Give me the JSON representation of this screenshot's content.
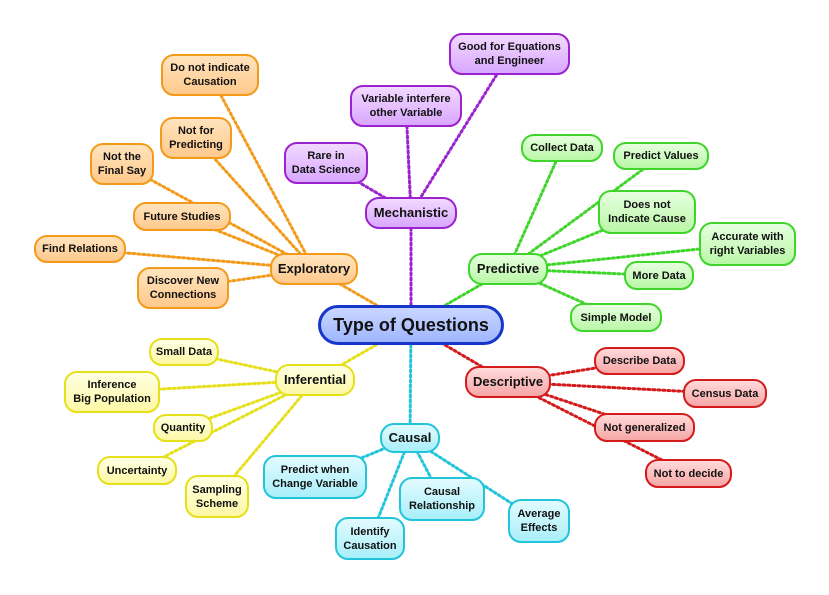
{
  "central": {
    "label": "Type of Questions",
    "color": "#1536c9"
  },
  "branches": {
    "exploratory": {
      "label": "Exploratory",
      "color": "#f39a1a",
      "items": [
        "Do not indicate\nCausation",
        "Not for\nPredicting",
        "Not the\nFinal Say",
        "Future Studies",
        "Find Relations",
        "Discover New\nConnections"
      ]
    },
    "mechanistic": {
      "label": "Mechanistic",
      "color": "#9b22cf",
      "items": [
        "Good for Equations\nand Engineer",
        "Variable interfere\nother Variable",
        "Rare in\nData Science"
      ]
    },
    "predictive": {
      "label": "Predictive",
      "color": "#3fd52b",
      "items": [
        "Collect Data",
        "Predict Values",
        "Does not\nIndicate Cause",
        "Accurate with\nright Variables",
        "More Data",
        "Simple Model"
      ]
    },
    "descriptive": {
      "label": "Descriptive",
      "color": "#d41b1b",
      "items": [
        "Describe Data",
        "Census Data",
        "Not generalized",
        "Not to decide"
      ]
    },
    "causal": {
      "label": "Causal",
      "color": "#22c4dc",
      "items": [
        "Predict when\nChange Variable",
        "Identify\nCausation",
        "Causal\nRelationship",
        "Average\nEffects"
      ]
    },
    "inferential": {
      "label": "Inferential",
      "color": "#e6e01a",
      "items": [
        "Small Data",
        "Inference\nBig Population",
        "Quantity",
        "Uncertainty",
        "Sampling\nScheme"
      ]
    }
  }
}
